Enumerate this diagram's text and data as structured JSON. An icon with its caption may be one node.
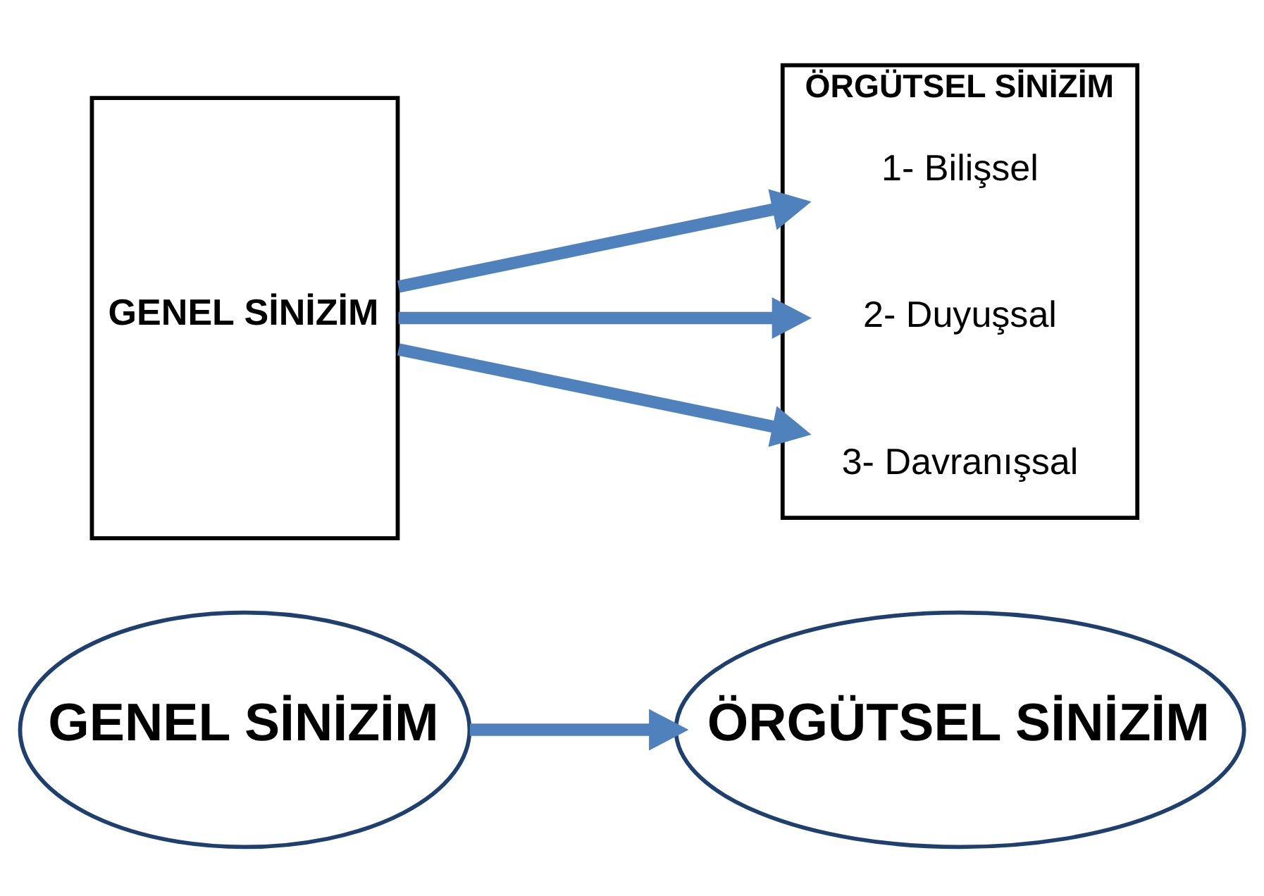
{
  "diagram": {
    "nodes": [
      {
        "text": [
          "GENEL SİNİZİM"
        ]
      },
      {
        "text": [
          "ÖRGÜTSEL SİNİZİM"
        ]
      },
      {
        "text": [
          "GENEL SİNİZİM"
        ]
      },
      {
        "text": [
          "ÖRGÜTSEL SİNİZİM"
        ]
      },
      {
        "text": [
          "1- Bilişsel"
        ],
        "in": 3
      },
      {
        "text": [
          "2- Duyuşsal"
        ],
        "in": 3
      },
      {
        "text": [
          "3- Davranışsal"
        ],
        "in": 3
      }
    ],
    "edges": [
      {
        "from": 0,
        "to": 1,
        "arrow": "to"
      },
      {
        "from": 2,
        "to": 4,
        "arrow": "to"
      },
      {
        "from": 2,
        "to": 5,
        "arrow": "to"
      },
      {
        "from": 2,
        "to": 6,
        "arrow": "to"
      }
    ]
  }
}
